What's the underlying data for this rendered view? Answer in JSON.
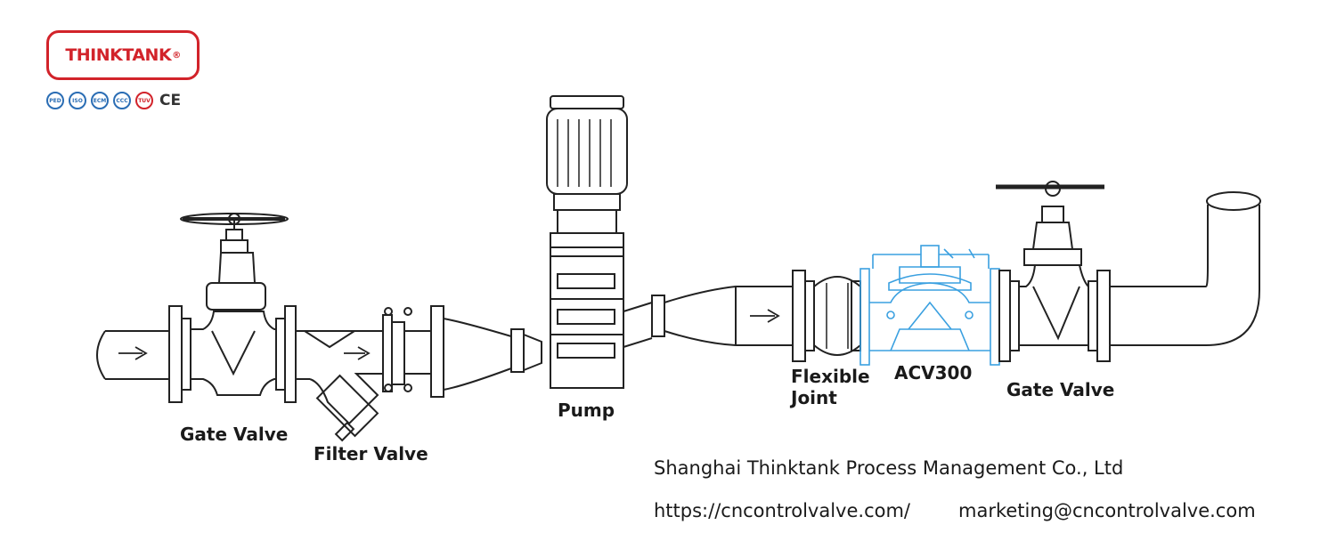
{
  "logo": {
    "brand": "THINKTANK",
    "mark": "®"
  },
  "certifications": [
    "PED",
    "ISO",
    "ECM",
    "CCC",
    "TUV",
    "CE"
  ],
  "labels": {
    "gate_valve_left": "Gate Valve",
    "filter_valve": "Filter Valve",
    "pump": "Pump",
    "flexible_joint": "Flexible\nJoint",
    "flexible_line1": "Flexible",
    "flexible_line2": "Joint",
    "acv": "ACV300",
    "gate_valve_right": "Gate Valve"
  },
  "footer": {
    "company": "Shanghai Thinktank Process Management Co., Ltd",
    "website": "https://cncontrolvalve.com/",
    "email": "marketing@cncontrolvalve.com"
  },
  "colors": {
    "brand_red": "#d2232a",
    "line": "#222222",
    "acv_blue": "#3aa0e0"
  }
}
